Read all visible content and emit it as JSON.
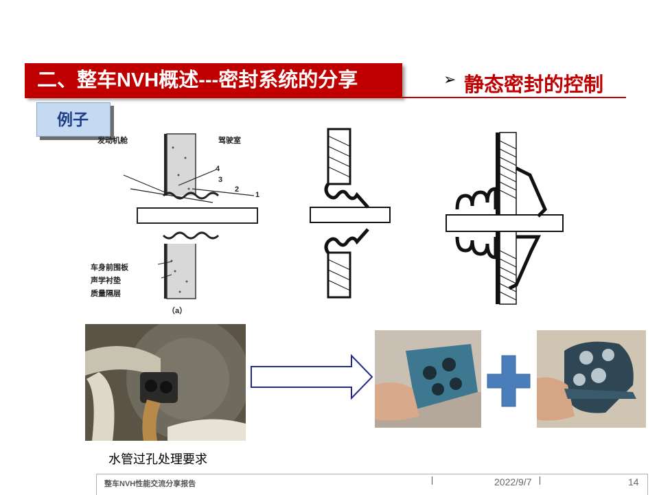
{
  "header": {
    "title": "二、整车NVH概述---密封系统的分享",
    "subtitle_bullet": "➢",
    "subtitle": "静态密封的控制"
  },
  "example_label": "例子",
  "diagram_a": {
    "label_engine": "发动机舱",
    "label_cabin": "驾驶室",
    "num_1": "1",
    "num_2": "2",
    "num_3": "3",
    "num_4": "4",
    "label_panel": "车身前围板",
    "label_liner": "声学衬垫",
    "label_mass": "质量隔层",
    "caption": "（a）"
  },
  "photo_caption": "水管过孔处理要求",
  "footer": {
    "report": "整车NVH性能交流分享报告",
    "date": "2022/9/7",
    "page": "14"
  }
}
